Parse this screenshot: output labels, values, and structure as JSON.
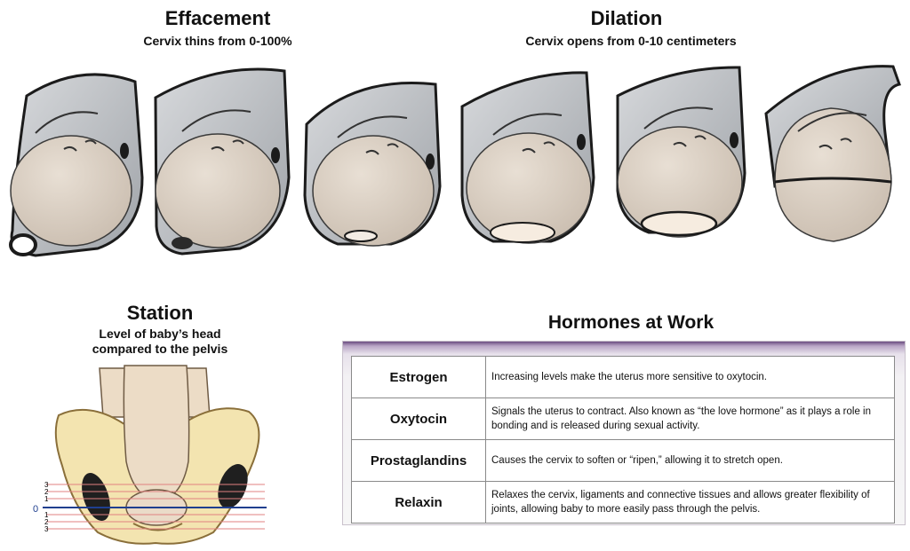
{
  "effacement": {
    "title": "Effacement",
    "subtitle": "Cervix thins from 0-100%"
  },
  "dilation": {
    "title": "Dilation",
    "subtitle": "Cervix opens from 0-10 centimeters"
  },
  "station": {
    "title": "Station",
    "subtitle_line1": "Level of baby’s head",
    "subtitle_line2": "compared to the pelvis",
    "zero_label": "0",
    "upper_ticks": [
      "3",
      "2",
      "1"
    ],
    "lower_ticks": [
      "1",
      "2",
      "3"
    ]
  },
  "hormones": {
    "title": "Hormones at Work",
    "rows": [
      {
        "name": "Estrogen",
        "desc": "Increasing levels make the uterus more sensitive to oxytocin."
      },
      {
        "name": "Oxytocin",
        "desc": "Signals the uterus to contract. Also known as “the love hormone” as it plays a role in bonding and is released during sexual activity."
      },
      {
        "name": "Prostaglandins",
        "desc": "Causes the cervix to soften or “ripen,” allowing it to stretch open."
      },
      {
        "name": "Relaxin",
        "desc": "Relaxes the cervix, ligaments and connective tissues and allows greater flexibility of joints, allowing baby to more easily pass through the pelvis."
      }
    ]
  },
  "colors": {
    "skin": "#ddd3c7",
    "uterus": "#b9bcc0",
    "bone": "#f3e4b0",
    "panel_accent": "#6b4c80",
    "station_zero": "#1f3f8f",
    "station_line": "#e08080"
  }
}
